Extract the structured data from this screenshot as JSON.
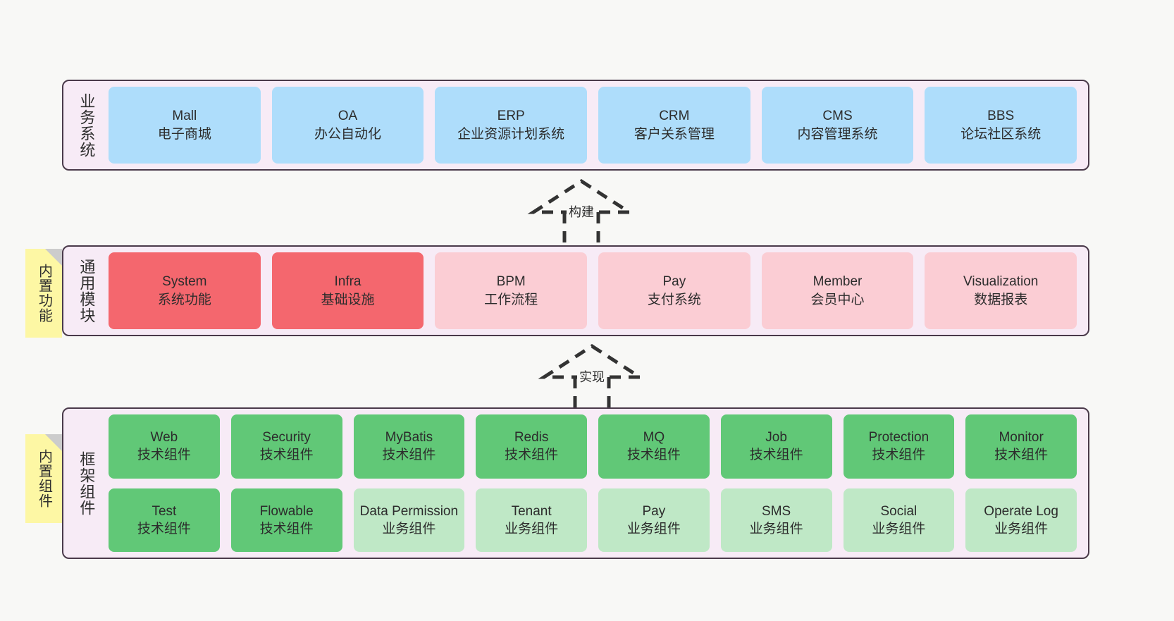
{
  "diagram": {
    "title_hidden": "",
    "colors": {
      "panel_bg": "#f7ebf6",
      "panel_border": "#4a3a4a",
      "blue": "#aeddfb",
      "red": "#f4676e",
      "pink": "#fbcdd4",
      "green": "#61c877",
      "green_light": "#bfe8c6",
      "sticky_yellow": "#fdf7a4",
      "canvas_bg": "#f8f8f6"
    }
  },
  "layers": {
    "business": {
      "label": "业务系统",
      "cells": [
        {
          "en": "Mall",
          "cn": "电子商城",
          "color": "c-blue"
        },
        {
          "en": "OA",
          "cn": "办公自动化",
          "color": "c-blue"
        },
        {
          "en": "ERP",
          "cn": "企业资源计划系统",
          "color": "c-blue"
        },
        {
          "en": "CRM",
          "cn": "客户关系管理",
          "color": "c-blue"
        },
        {
          "en": "CMS",
          "cn": "内容管理系统",
          "color": "c-blue"
        },
        {
          "en": "BBS",
          "cn": "论坛社区系统",
          "color": "c-blue"
        }
      ]
    },
    "common": {
      "label": "通用模块",
      "note": "内置功能",
      "cells": [
        {
          "en": "System",
          "cn": "系统功能",
          "color": "c-red"
        },
        {
          "en": "Infra",
          "cn": "基础设施",
          "color": "c-red"
        },
        {
          "en": "BPM",
          "cn": "工作流程",
          "color": "c-pink"
        },
        {
          "en": "Pay",
          "cn": "支付系统",
          "color": "c-pink"
        },
        {
          "en": "Member",
          "cn": "会员中心",
          "color": "c-pink"
        },
        {
          "en": "Visualization",
          "cn": "数据报表",
          "color": "c-pink"
        }
      ]
    },
    "framework": {
      "label": "框架组件",
      "note": "内置组件",
      "cells": [
        {
          "en": "Web",
          "cn": "技术组件",
          "color": "c-green"
        },
        {
          "en": "Security",
          "cn": "技术组件",
          "color": "c-green"
        },
        {
          "en": "MyBatis",
          "cn": "技术组件",
          "color": "c-green"
        },
        {
          "en": "Redis",
          "cn": "技术组件",
          "color": "c-green"
        },
        {
          "en": "MQ",
          "cn": "技术组件",
          "color": "c-green"
        },
        {
          "en": "Job",
          "cn": "技术组件",
          "color": "c-green"
        },
        {
          "en": "Protection",
          "cn": "技术组件",
          "color": "c-green"
        },
        {
          "en": "Monitor",
          "cn": "技术组件",
          "color": "c-green"
        },
        {
          "en": "Test",
          "cn": "技术组件",
          "color": "c-green"
        },
        {
          "en": "Flowable",
          "cn": "技术组件",
          "color": "c-green"
        },
        {
          "en": "Data Permission",
          "cn": "业务组件",
          "color": "c-green-light"
        },
        {
          "en": "Tenant",
          "cn": "业务组件",
          "color": "c-green-light"
        },
        {
          "en": "Pay",
          "cn": "业务组件",
          "color": "c-green-light"
        },
        {
          "en": "SMS",
          "cn": "业务组件",
          "color": "c-green-light"
        },
        {
          "en": "Social",
          "cn": "业务组件",
          "color": "c-green-light"
        },
        {
          "en": "Operate Log",
          "cn": "业务组件",
          "color": "c-green-light"
        }
      ]
    }
  },
  "connectors": [
    {
      "id": "build",
      "label": "构建"
    },
    {
      "id": "realize",
      "label": "实现"
    }
  ]
}
